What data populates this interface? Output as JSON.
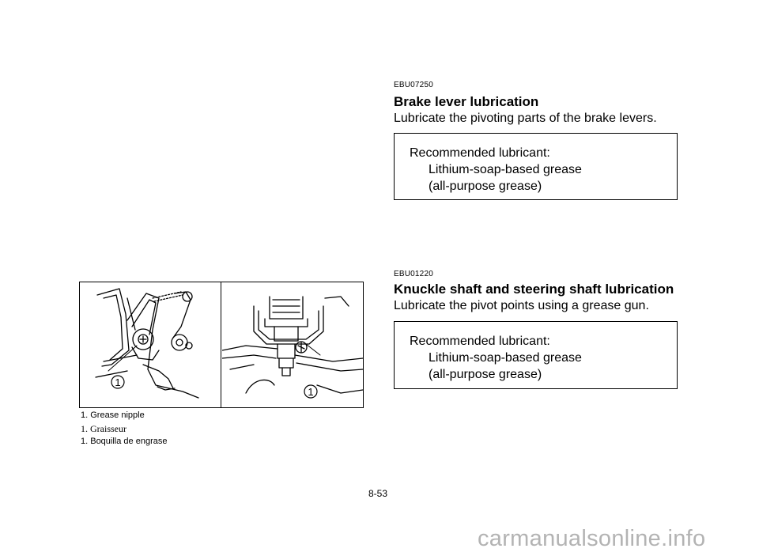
{
  "sections": [
    {
      "code": "EBU07250",
      "heading": "Brake lever lubrication",
      "text": "Lubricate the pivoting parts of the brake levers.",
      "box": {
        "label": "Recommended lubricant:",
        "line1": "Lithium-soap-based grease",
        "line2": "(all-purpose grease)"
      }
    },
    {
      "code": "EBU01220",
      "heading": "Knuckle shaft and steering shaft lubrication",
      "text": "Lubricate the pivot points using a grease gun.",
      "box": {
        "label": "Recommended lubricant:",
        "line1": "Lithium-soap-based grease",
        "line2": "(all-purpose grease)"
      }
    }
  ],
  "figure": {
    "callout": "1",
    "captions": [
      "1.  Grease nipple",
      "1.  Graisseur",
      "1.  Boquilla de engrase"
    ]
  },
  "page_number": "8-53",
  "watermark": "carmanualsonline.info"
}
